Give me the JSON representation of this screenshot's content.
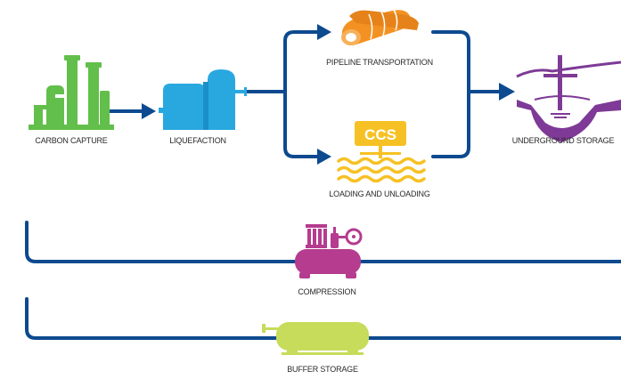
{
  "colors": {
    "flow_line": "#0d4a8f",
    "carbon_capture": "#62bf4b",
    "liquefaction": "#29a8e0",
    "pipeline": "#f39223",
    "ccs": "#f6c124",
    "underground": "#7e3a96",
    "compression": "#b53c8f",
    "buffer": "#c6dc5a"
  },
  "labels": {
    "carbon_capture": "CARBON CAPTURE",
    "liquefaction": "LIQUEFACTION",
    "pipeline": "PIPELINE TRANSPORTATION",
    "loading": "LOADING AND UNLOADING",
    "underground": "UNDERGROUND STORAGE",
    "compression": "COMPRESSION",
    "buffer": "BUFFER STORAGE"
  },
  "ccs_sign": "CCS",
  "icons": {
    "carbon_capture": "factory-icon",
    "liquefaction": "tank-icon",
    "pipeline": "pipeline-icon",
    "loading": "ccs-sign-icon",
    "underground": "underground-storage-icon",
    "compression": "compressor-icon",
    "buffer": "buffer-tank-icon"
  }
}
